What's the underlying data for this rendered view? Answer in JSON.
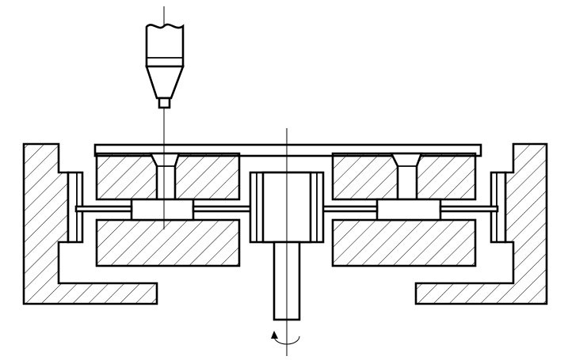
{
  "diagram": {
    "kind": "mechanical-section-drawing",
    "colors": {
      "line": "#000000",
      "background": "#ffffff"
    },
    "components": [
      "nozzle",
      "left-bracket",
      "right-bracket",
      "top-plate",
      "left-upper-mold-block",
      "left-lower-mold-block",
      "right-upper-mold-block",
      "right-lower-mold-block",
      "center-hub",
      "center-shaft",
      "rotation-arrow"
    ]
  }
}
